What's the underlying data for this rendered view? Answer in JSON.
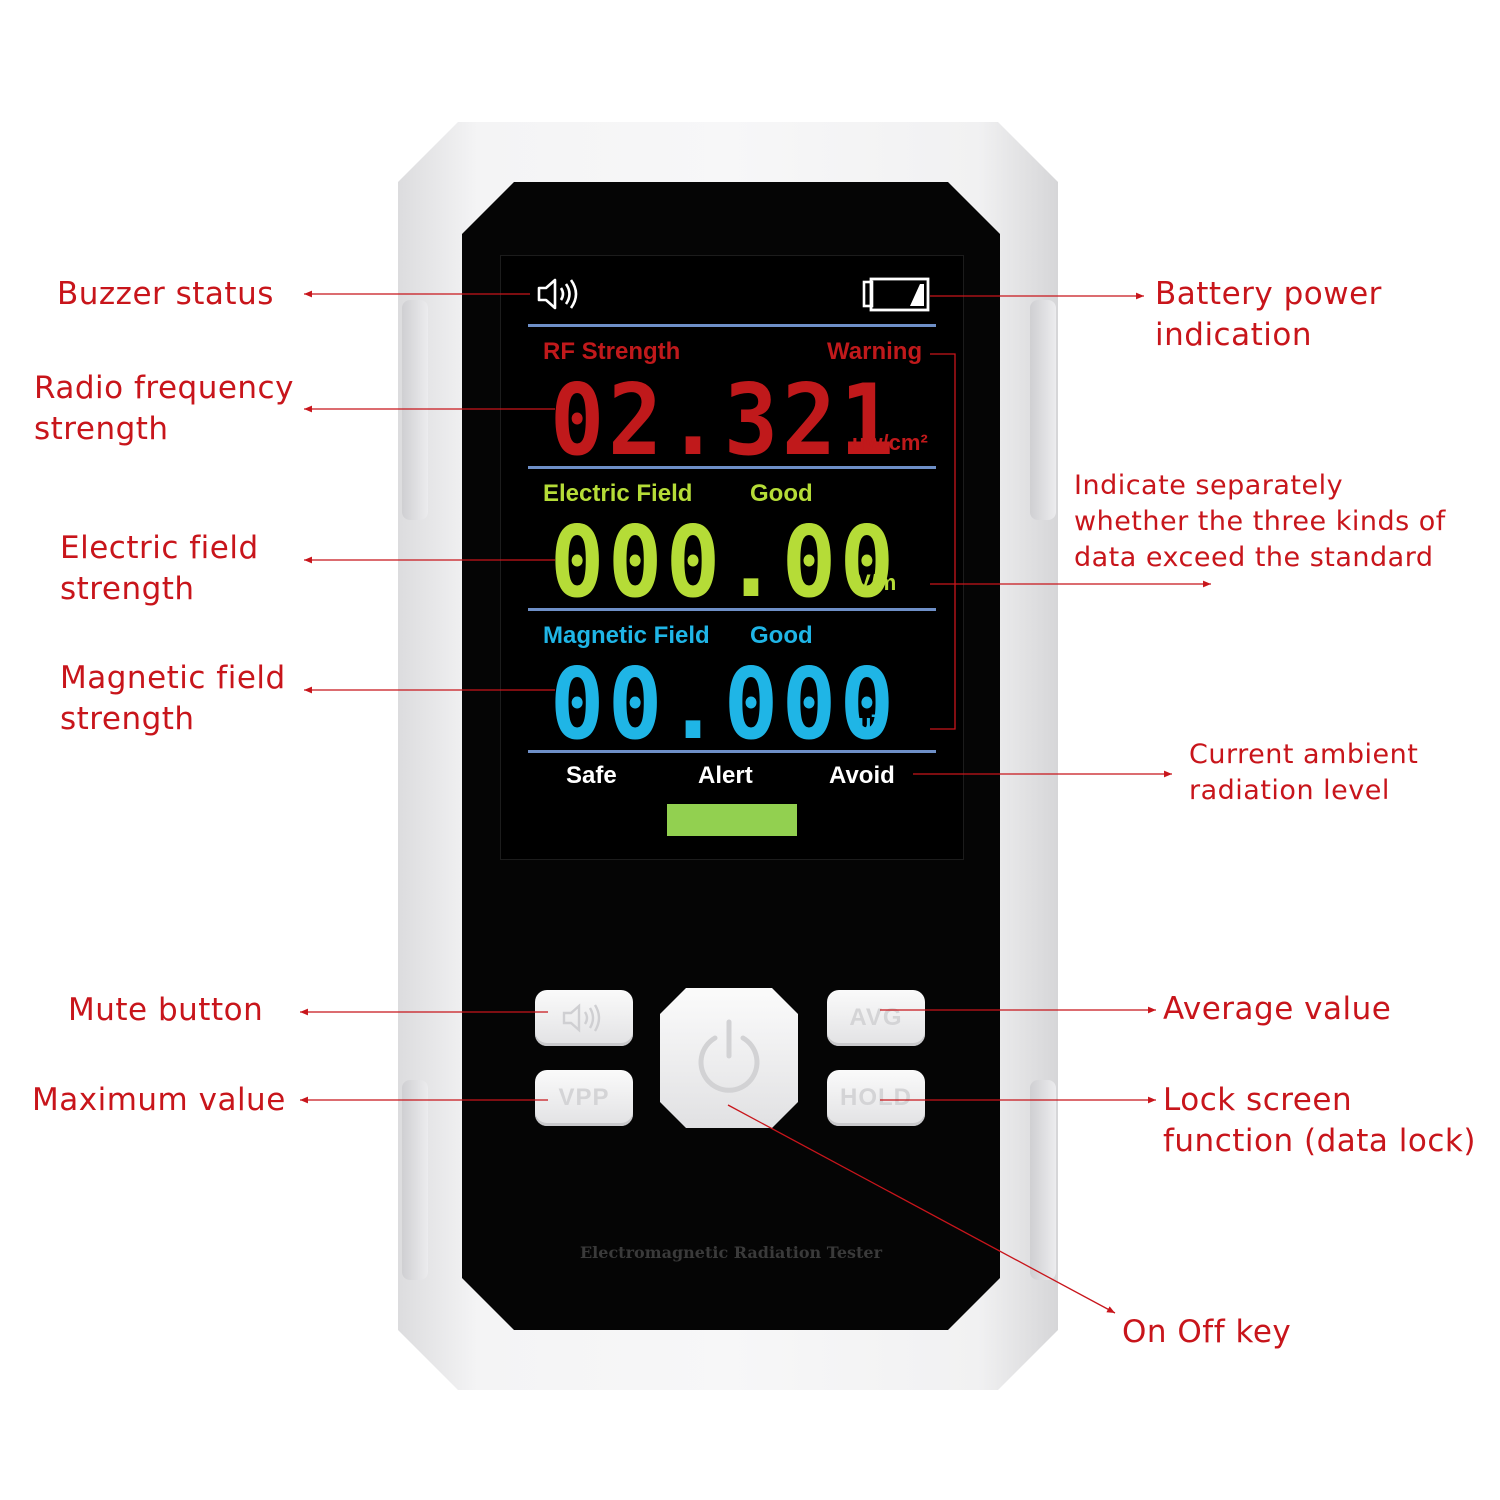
{
  "callouts": {
    "buzzer_status": "Buzzer status",
    "rf_strength_1": "Radio frequency",
    "rf_strength_2": "strength",
    "electric_1": "Electric field",
    "electric_2": "strength",
    "magnetic_1": "Magnetic field",
    "magnetic_2": "strength",
    "mute_button": "Mute button",
    "maximum_value": "Maximum value",
    "battery_1": "Battery power",
    "battery_2": "indication",
    "indicate_1": "Indicate separately",
    "indicate_2": "whether the three kinds of",
    "indicate_3": "data exceed the standard",
    "ambient_1": "Current ambient",
    "ambient_2": "radiation level",
    "average_value": "Average value",
    "lock_1": "Lock screen",
    "lock_2": "function (data lock)",
    "on_off_key": "On Off key"
  },
  "display": {
    "rf": {
      "label": "RF Strength",
      "status": "Warning",
      "value": "02.321",
      "unit": "uw/cm²"
    },
    "electric": {
      "label": "Electric Field",
      "status": "Good",
      "value": "000.00",
      "unit": "V/m"
    },
    "magnetic": {
      "label": "Magnetic  Field",
      "status": "Good",
      "value": "00.000",
      "unit": "uT"
    },
    "levels": [
      "Safe",
      "Alert",
      "Avoid"
    ],
    "current_level": "Safe"
  },
  "buttons": {
    "avg": "AVG",
    "vpp": "VPP",
    "hold": "HOLD"
  },
  "device_brand": "Electromagnetic Radiation Tester",
  "colors": {
    "callout_red": "#c8151b",
    "rf_red": "#c0191b",
    "electric_green": "#b5dc37",
    "magnetic_cyan": "#1fb5e6",
    "level_bar": "#92d050",
    "lcd_rule": "#6e8fc7"
  },
  "icons": [
    "speaker-icon",
    "battery-icon",
    "mute-speaker-icon",
    "power-icon"
  ]
}
